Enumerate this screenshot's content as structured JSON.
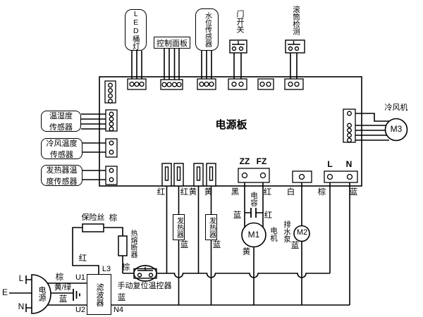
{
  "colors": {
    "line": "#000000",
    "background": "#ffffff"
  },
  "board": {
    "label": "电源板"
  },
  "components": {
    "led_light": "LED桶灯",
    "control_panel": "控制面板",
    "water_level_sensor": "水位传感器",
    "door_switch": "门开关",
    "drum_detection": "滚筒检测",
    "temp_humidity_sensor_line1": "温湿度",
    "temp_humidity_sensor_line2": "传感器",
    "cool_air_temp_sensor_line1": "冷风温度",
    "cool_air_temp_sensor_line2": "传感器",
    "heater_temp_sensor_line1": "发热器温",
    "heater_temp_sensor_line2": "度传感器",
    "cool_fan": "冷风机",
    "heater": "发热器",
    "fuse": "保险丝",
    "thermal_fuse": "热熔断器",
    "manual_reset_thermostat": "手动复位温控器",
    "filter": "滤波器",
    "power_source": "电源",
    "capacitor": "电容",
    "motor": "电机",
    "drain_pump": "排水泵"
  },
  "motors": {
    "m1": "M1",
    "m2": "M2",
    "m3": "M3"
  },
  "terminals": {
    "zz": "ZZ",
    "fz": "FZ",
    "l": "L",
    "n": "N",
    "e": "E",
    "l3": "L3",
    "n4": "N4",
    "u1": "U1",
    "u2": "U2"
  },
  "wire_colors": {
    "red": "红",
    "yellow": "黄",
    "black": "黑",
    "white": "白",
    "brown": "棕",
    "blue": "蓝",
    "yellow_green": "黄/绿"
  }
}
